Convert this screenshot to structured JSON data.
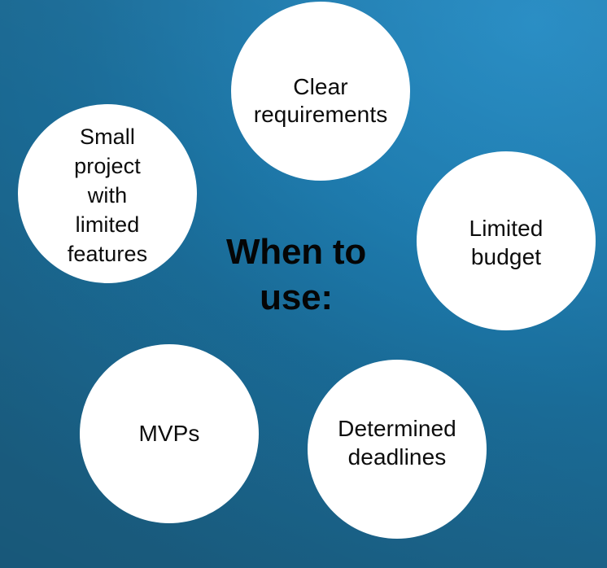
{
  "slide": {
    "heading": "When to\nuse:",
    "background_color_top_right": "#2189c2",
    "background_color_bottom_left": "#1b6287",
    "bubble_fill_color": "#ffffff",
    "text_color": "#0c0c0c"
  },
  "bubbles": [
    {
      "id": "clear-requirements",
      "label": "Clear\nrequirements"
    },
    {
      "id": "small-project",
      "label": "Small\nproject\nwith\nlimited\nfeatures"
    },
    {
      "id": "limited-budget",
      "label": "Limited\nbudget"
    },
    {
      "id": "mvps",
      "label": "MVPs"
    },
    {
      "id": "determined-deadlines",
      "label": "Determined\ndeadlines"
    }
  ]
}
